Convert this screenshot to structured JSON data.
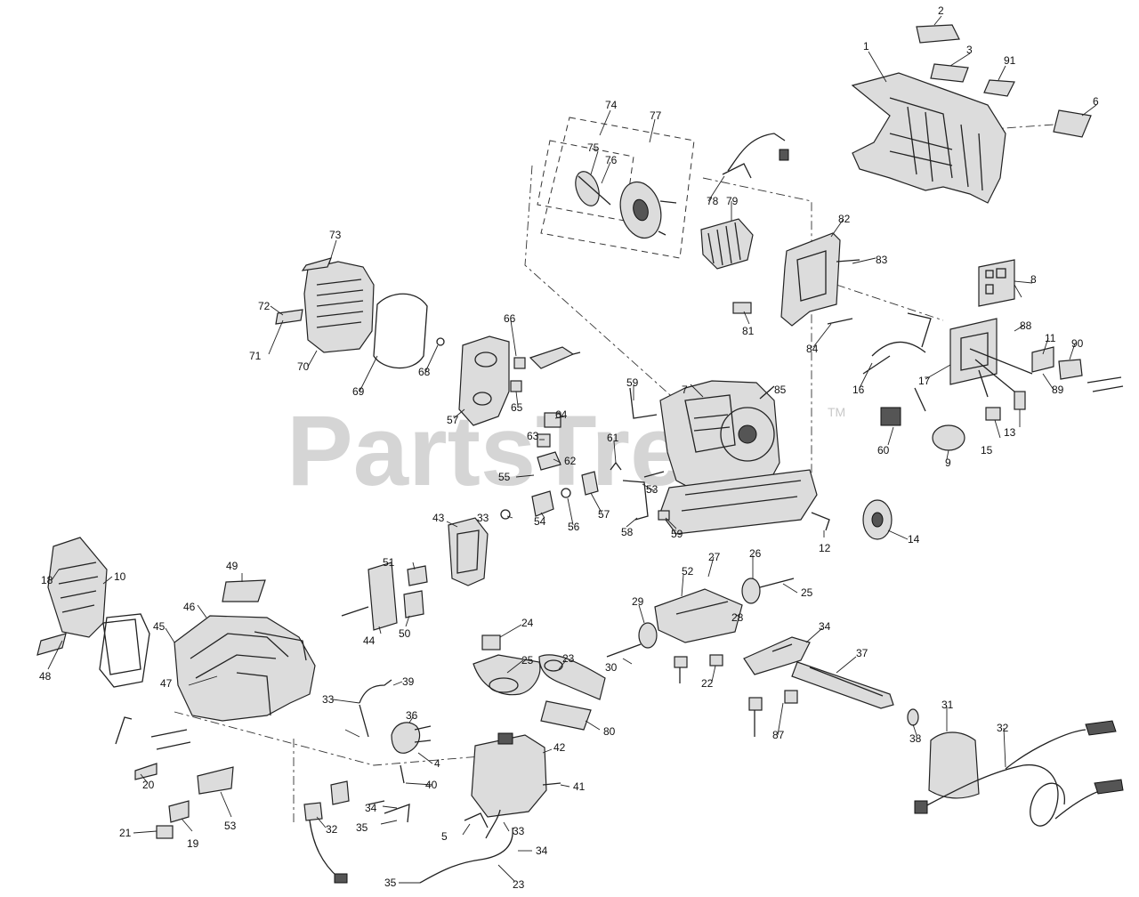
{
  "watermark": {
    "text": "PartsTree",
    "tm": "TM"
  },
  "callouts": [
    "1",
    "2",
    "3",
    "91",
    "6",
    "74",
    "77",
    "75",
    "76",
    "78",
    "79",
    "82",
    "83",
    "8",
    "73",
    "72",
    "71",
    "70",
    "69",
    "68",
    "66",
    "65",
    "57",
    "81",
    "84",
    "88",
    "11",
    "90",
    "16",
    "17",
    "89",
    "7",
    "85",
    "59",
    "64",
    "63",
    "62",
    "61",
    "55",
    "53",
    "33",
    "54",
    "56",
    "57",
    "58",
    "59",
    "60",
    "15",
    "13",
    "9",
    "12",
    "14",
    "18",
    "10",
    "45",
    "46",
    "47",
    "48",
    "49",
    "43",
    "44",
    "50",
    "51",
    "52",
    "27",
    "26",
    "25",
    "28",
    "29",
    "30",
    "24",
    "25",
    "23",
    "80",
    "22",
    "87",
    "34",
    "37",
    "38",
    "31",
    "32",
    "39",
    "33",
    "36",
    "42",
    "41",
    "4",
    "40",
    "34",
    "35",
    "32",
    "5",
    "33",
    "34",
    "35",
    "23",
    "21",
    "20",
    "19",
    "53"
  ]
}
